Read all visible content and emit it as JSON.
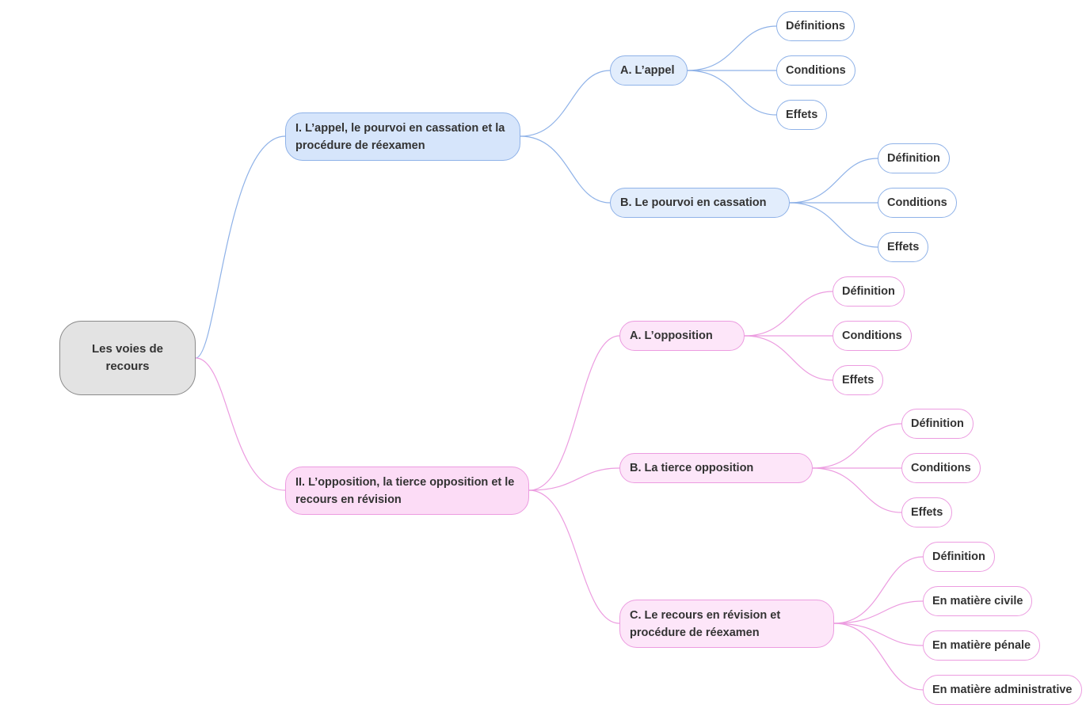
{
  "colors": {
    "blue_line": "#8fb2e8",
    "pink_line": "#ec9ce0",
    "root_fill": "#e3e3e3",
    "text": "#333333"
  },
  "mindmap": {
    "root": {
      "label": "Les voies de recours"
    },
    "branch1": {
      "label": "I. L’appel, le pourvoi en cassation et la procédure de réexamen",
      "a": {
        "label": "A. L’appel",
        "children": [
          "Définitions",
          "Conditions",
          "Effets"
        ]
      },
      "b": {
        "label": "B. Le pourvoi en cassation",
        "children": [
          "Définition",
          "Conditions",
          "Effets"
        ]
      }
    },
    "branch2": {
      "label": "II. L’opposition, la tierce opposition et le recours en révision",
      "a": {
        "label": "A. L’opposition",
        "children": [
          "Définition",
          "Conditions",
          "Effets"
        ]
      },
      "b": {
        "label": "B. La tierce opposition",
        "children": [
          "Définition",
          "Conditions",
          "Effets"
        ]
      },
      "c": {
        "label": "C. Le recours en révision et procédure de réexamen",
        "children": [
          "Définition",
          "En matière civile",
          "En matière pénale",
          "En matière administrative"
        ]
      }
    }
  }
}
